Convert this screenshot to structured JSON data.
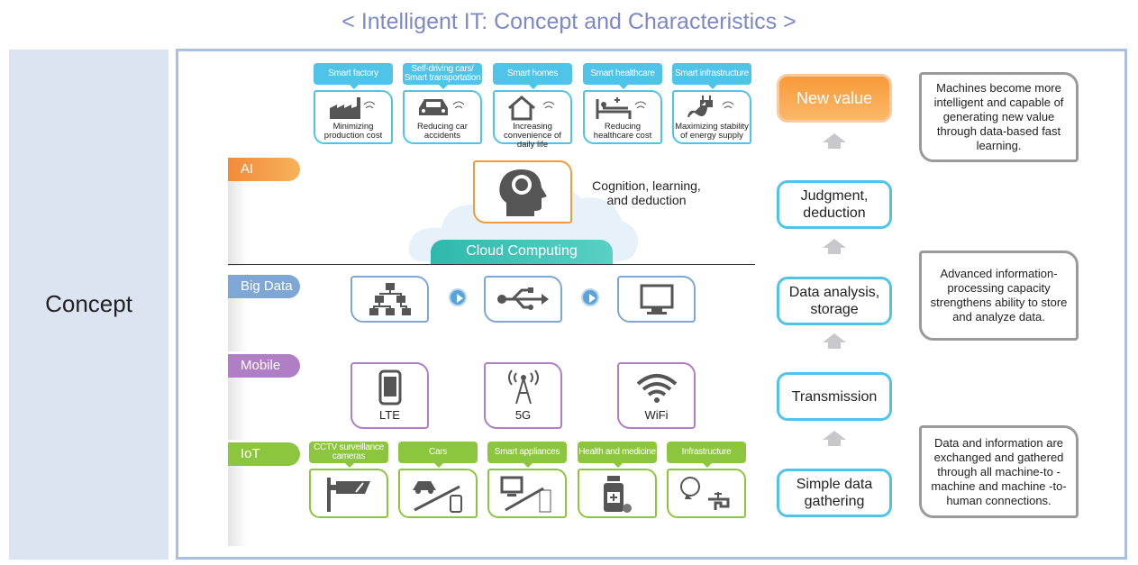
{
  "title": "< Intelligent IT: Concept and Characteristics >",
  "side_label": "Concept",
  "layers": {
    "ai": "AI",
    "bigdata": "Big Data",
    "mobile": "Mobile",
    "iot": "IoT"
  },
  "services": [
    {
      "tab": "Smart factory",
      "text": "Minimizing production cost",
      "icon": "factory-icon"
    },
    {
      "tab": "Self-driving cars/ Smart transportation",
      "text": "Reducing car accidents",
      "icon": "car-icon"
    },
    {
      "tab": "Smart homes",
      "text": "Increasing convenience of daily life",
      "icon": "house-icon"
    },
    {
      "tab": "Smart healthcare",
      "text": "Reducing healthcare cost",
      "icon": "hospital-bed-icon"
    },
    {
      "tab": "Smart infrastructure",
      "text": "Maximizing stability of energy supply",
      "icon": "plug-icon"
    }
  ],
  "ai": {
    "text": "Cognition, learning, and deduction",
    "cloud": "Cloud Computing"
  },
  "mobile": [
    {
      "label": "LTE"
    },
    {
      "label": "5G"
    },
    {
      "label": "WiFi"
    }
  ],
  "iot": [
    {
      "tab": "CCTV surveillance cameras",
      "icon": "cctv-camera-icon"
    },
    {
      "tab": "Cars",
      "icon": "car-phone-icon"
    },
    {
      "tab": "Smart appliances",
      "icon": "monitor-fridge-icon"
    },
    {
      "tab": "Health and medicine",
      "icon": "medicine-bottle-icon"
    },
    {
      "tab": "Infrastructure",
      "icon": "bulb-faucet-icon"
    }
  ],
  "flow": [
    "New value",
    "Judgment, deduction",
    "Data analysis, storage",
    "Transmission",
    "Simple data gathering"
  ],
  "notes": [
    "Machines become more intelligent and capable of generating new value through data-based fast learning.",
    "Advanced information-processing capacity strengthens ability to store and analyze data.",
    "Data and information are exchanged and gathered through all machine-to -machine and machine -to-human connections."
  ],
  "colors": {
    "ai": "#f39a3c",
    "bigdata": "#7ea7d6",
    "mobile": "#b07ec4",
    "iot": "#8cc63f",
    "services": "#4fc3e8",
    "cloud": "#3cc2b4",
    "new_value": "#f7a24b"
  }
}
